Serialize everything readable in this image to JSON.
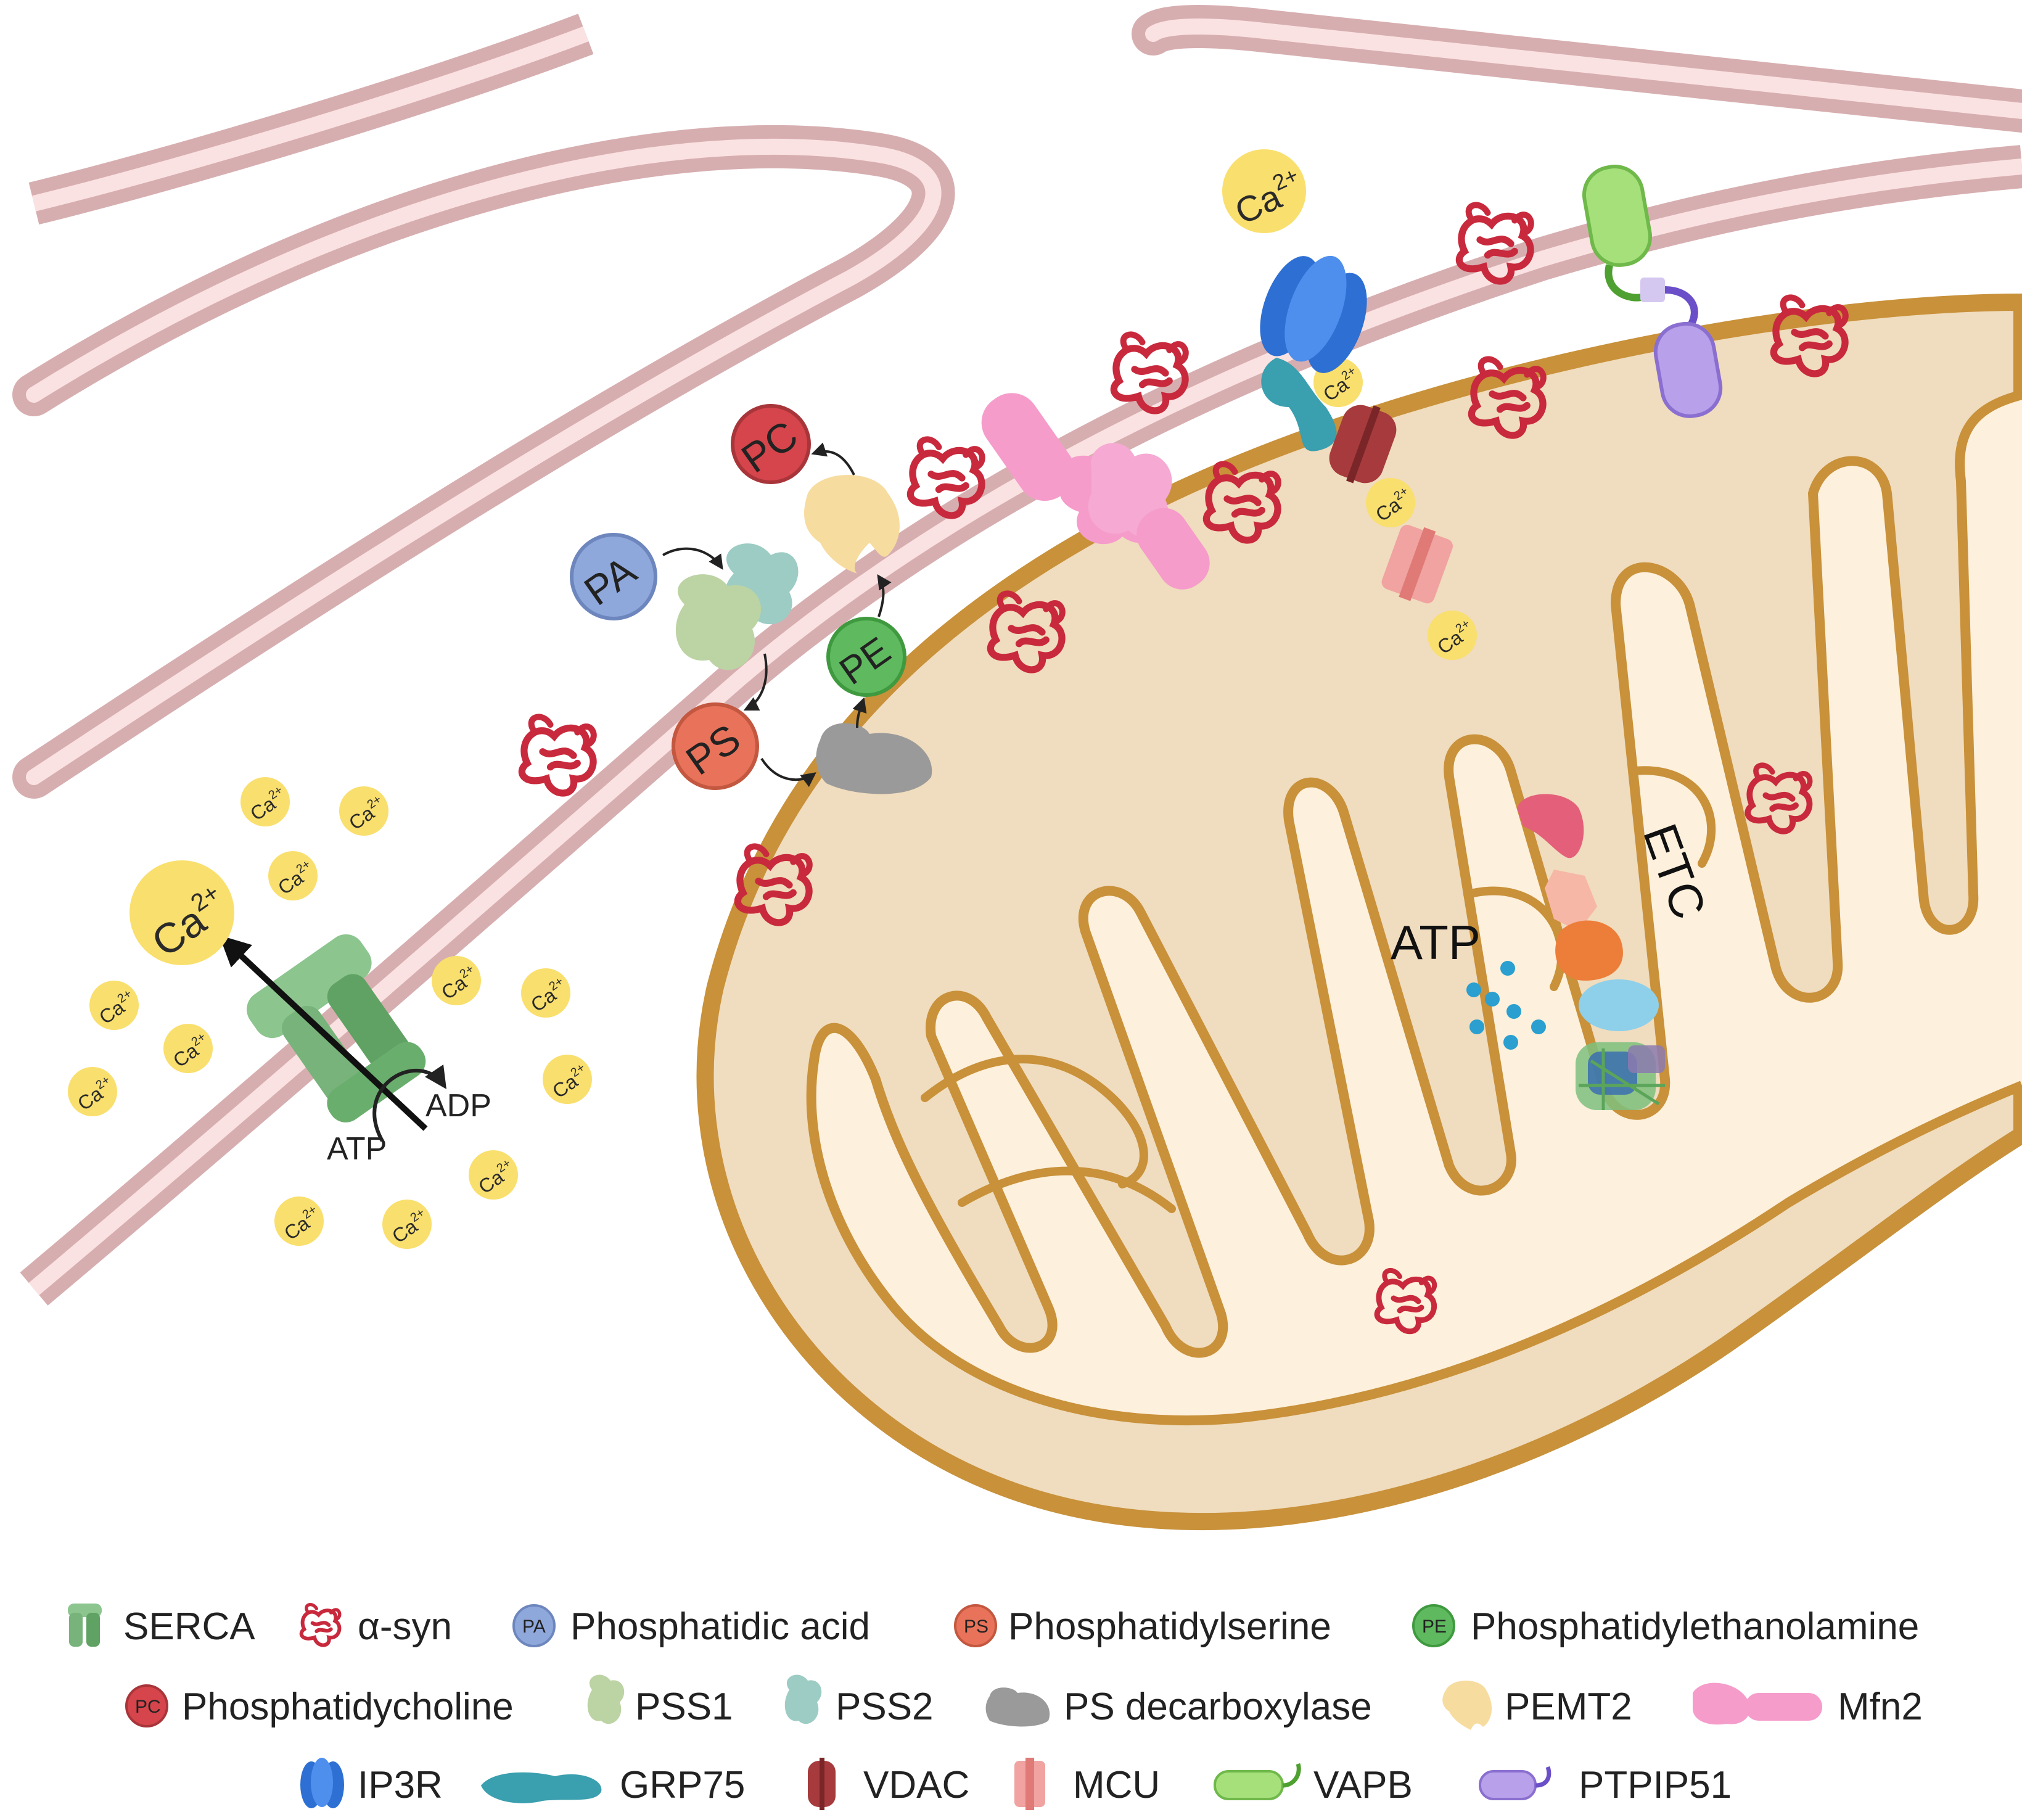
{
  "labels": {
    "ca": "Ca",
    "ca_charge": "2+",
    "atp": "ATP",
    "adp": "ADP",
    "etc": "ETC",
    "pa": "PA",
    "ps": "PS",
    "pe": "PE",
    "pc": "PC"
  },
  "legend": {
    "serca": "SERCA",
    "asyn": "α-syn",
    "pa": "Phosphatidic acid",
    "ps": "Phosphatidylserine",
    "pe": "Phosphatidylethanolamine",
    "pc": "Phosphatidycholine",
    "pss1": "PSS1",
    "pss2": "PSS2",
    "psd": "PS decarboxylase",
    "pemt2": "PEMT2",
    "mfn2": "Mfn2",
    "ip3r": "IP3R",
    "grp75": "GRP75",
    "vdac": "VDAC",
    "mcu": "MCU",
    "vapb": "VAPB",
    "ptpip51": "PTPIP51"
  },
  "colors": {
    "er_membrane": "#d7aeb0",
    "er_lumen": "#fbe2e2",
    "mito_outer": "#c8913a",
    "mito_fill": "#f0dcbe",
    "mito_matrix": "#fdf0dc",
    "calcium": "#f9df6d",
    "asyn": "#c8293c",
    "serca": "#77b37a",
    "pa": "#8fa8dc",
    "ps": "#e8735a",
    "pe": "#5fba5f",
    "pc": "#d5454b",
    "pss1": "#bcd3a4",
    "pss2": "#9cccc4",
    "ps_decarboxylase": "#9a9a9a",
    "pemt2": "#f7dca0",
    "mfn2": "#f59ccb",
    "ip3r": "#3b7fe0",
    "grp75": "#3a9fae",
    "vdac": "#a63a3c",
    "mcu": "#f0a3a0",
    "vapb": "#a6e07a",
    "ptpip51": "#b8a0ea",
    "atp_dots": "#2a9fd0"
  }
}
